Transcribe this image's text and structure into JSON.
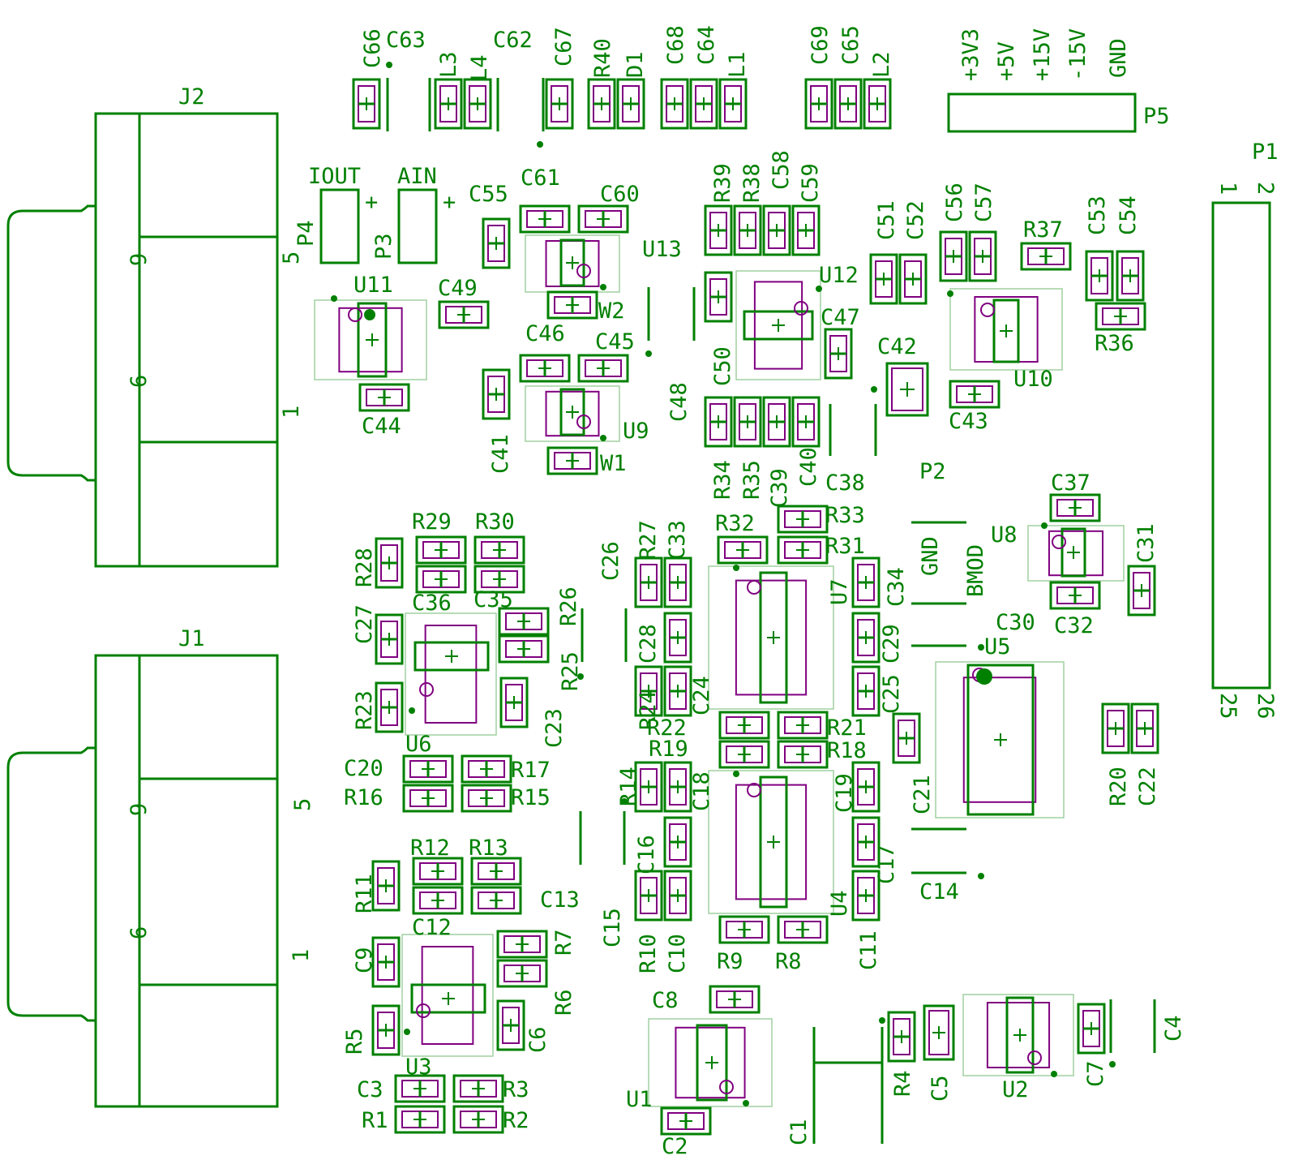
{
  "colors": {
    "silkscreen": "#008000",
    "pad": "#800080",
    "courtyard": "#a0d0a0",
    "background": "#ffffff"
  },
  "icons": {
    "pad": "smd-pad-pair",
    "pin1": "pin1-dot",
    "origin": "component-origin-cross"
  },
  "connectors": {
    "j2": {
      "ref": "J2",
      "pin5": "5",
      "pin9": "9",
      "pin6": "6",
      "pin1": "1"
    },
    "j1": {
      "ref": "J1",
      "pin5": "5",
      "pin9": "9",
      "pin6": "6",
      "pin1": "1"
    },
    "p1": {
      "ref": "P1",
      "pin1": "1",
      "pin2": "2",
      "pin25": "25",
      "pin26": "26"
    },
    "p2": {
      "ref": "P2",
      "gnd": "GND",
      "bmod": "BMOD"
    },
    "p3": {
      "ref": "P3",
      "name": "AIN",
      "polarity": "+"
    },
    "p4": {
      "ref": "P4",
      "name": "IOUT",
      "polarity": "+"
    },
    "p5": {
      "ref": "P5",
      "pins": [
        "+3V3",
        "+5V",
        "+15V",
        "-15V",
        "GND"
      ]
    }
  },
  "ics": {
    "u1": "U1",
    "u2": "U2",
    "u3": "U3",
    "u4": "U4",
    "u5": "U5",
    "u6": "U6",
    "u7": "U7",
    "u8": "U8",
    "u9": "U9",
    "u10": "U10",
    "u11": "U11",
    "u12": "U12",
    "u13": "U13"
  },
  "wires": {
    "w1": "W1",
    "w2": "W2"
  },
  "diodes": {
    "d1": "D1"
  },
  "inductors": {
    "l1": "L1",
    "l2": "L2",
    "l3": "L3",
    "l4": "L4"
  },
  "capacitors": {
    "c1": "C1",
    "c2": "C2",
    "c3": "C3",
    "c4": "C4",
    "c5": "C5",
    "c6": "C6",
    "c7": "C7",
    "c8": "C8",
    "c9": "C9",
    "c10": "C10",
    "c11": "C11",
    "c12": "C12",
    "c13": "C13",
    "c14": "C14",
    "c15": "C15",
    "c16": "C16",
    "c17": "C17",
    "c18": "C18",
    "c19": "C19",
    "c20": "C20",
    "c21": "C21",
    "c22": "C22",
    "c23": "C23",
    "c24": "C24",
    "c25": "C25",
    "c26": "C26",
    "c27": "C27",
    "c28": "C28",
    "c29": "C29",
    "c30": "C30",
    "c31": "C31",
    "c32": "C32",
    "c33": "C33",
    "c34": "C34",
    "c35": "C35",
    "c36": "C36",
    "c37": "C37",
    "c38": "C38",
    "c39": "C39",
    "c40": "C40",
    "c41": "C41",
    "c42": "C42",
    "c43": "C43",
    "c44": "C44",
    "c45": "C45",
    "c46": "C46",
    "c47": "C47",
    "c48": "C48",
    "c49": "C49",
    "c50": "C50",
    "c51": "C51",
    "c52": "C52",
    "c53": "C53",
    "c54": "C54",
    "c55": "C55",
    "c56": "C56",
    "c57": "C57",
    "c58": "C58",
    "c59": "C59",
    "c60": "C60",
    "c61": "C61",
    "c62": "C62",
    "c63": "C63",
    "c64": "C64",
    "c65": "C65",
    "c66": "C66",
    "c67": "C67",
    "c68": "C68",
    "c69": "C69"
  },
  "resistors": {
    "r1": "R1",
    "r2": "R2",
    "r3": "R3",
    "r4": "R4",
    "r5": "R5",
    "r6": "R6",
    "r7": "R7",
    "r8": "R8",
    "r9": "R9",
    "r10": "R10",
    "r11": "R11",
    "r12": "R12",
    "r13": "R13",
    "r14": "R14",
    "r15": "R15",
    "r16": "R16",
    "r17": "R17",
    "r18": "R18",
    "r19": "R19",
    "r20": "R20",
    "r21": "R21",
    "r22": "R22",
    "r23": "R23",
    "r24": "R24",
    "r25": "R25",
    "r26": "R26",
    "r27": "R27",
    "r28": "R28",
    "r29": "R29",
    "r30": "R30",
    "r31": "R31",
    "r32": "R32",
    "r33": "R33",
    "r34": "R34",
    "r35": "R35",
    "r36": "R36",
    "r37": "R37",
    "r38": "R38",
    "r39": "R39",
    "r40": "R40"
  }
}
